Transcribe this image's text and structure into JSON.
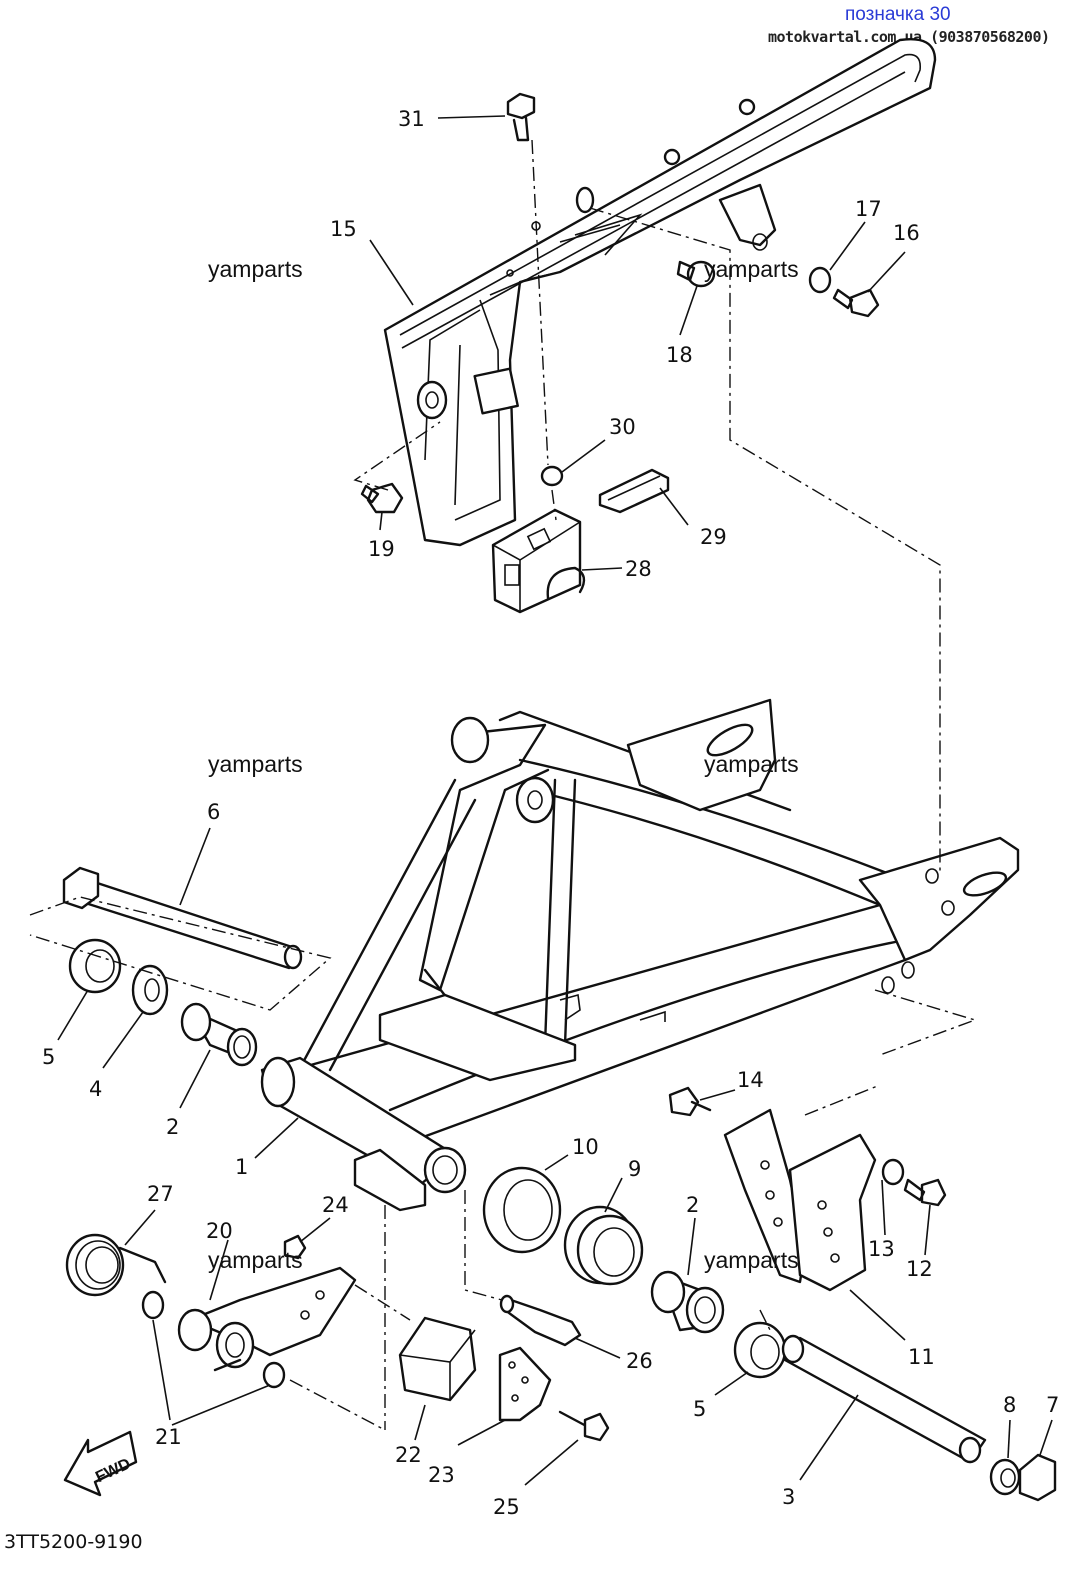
{
  "header": {
    "title": "позначка 30",
    "subtitle": "motokvartal.com.ua (903870568200)"
  },
  "watermarks": [
    "yamparts",
    "yamparts",
    "yamparts",
    "yamparts",
    "yamparts",
    "yamparts"
  ],
  "diagram_code": "3TT5200-9190",
  "fwd_label": "FWD",
  "callouts": {
    "c1": "1",
    "c2a": "2",
    "c2b": "2",
    "c3": "3",
    "c4": "4",
    "c5a": "5",
    "c5b": "5",
    "c6": "6",
    "c7": "7",
    "c8": "8",
    "c9": "9",
    "c10": "10",
    "c11": "11",
    "c12": "12",
    "c13": "13",
    "c14": "14",
    "c15": "15",
    "c16": "16",
    "c17": "17",
    "c18": "18",
    "c19": "19",
    "c20": "20",
    "c21": "21",
    "c22": "22",
    "c23": "23",
    "c24": "24",
    "c25": "25",
    "c26": "26",
    "c27": "27",
    "c28": "28",
    "c29": "29",
    "c30": "30",
    "c31": "31"
  }
}
